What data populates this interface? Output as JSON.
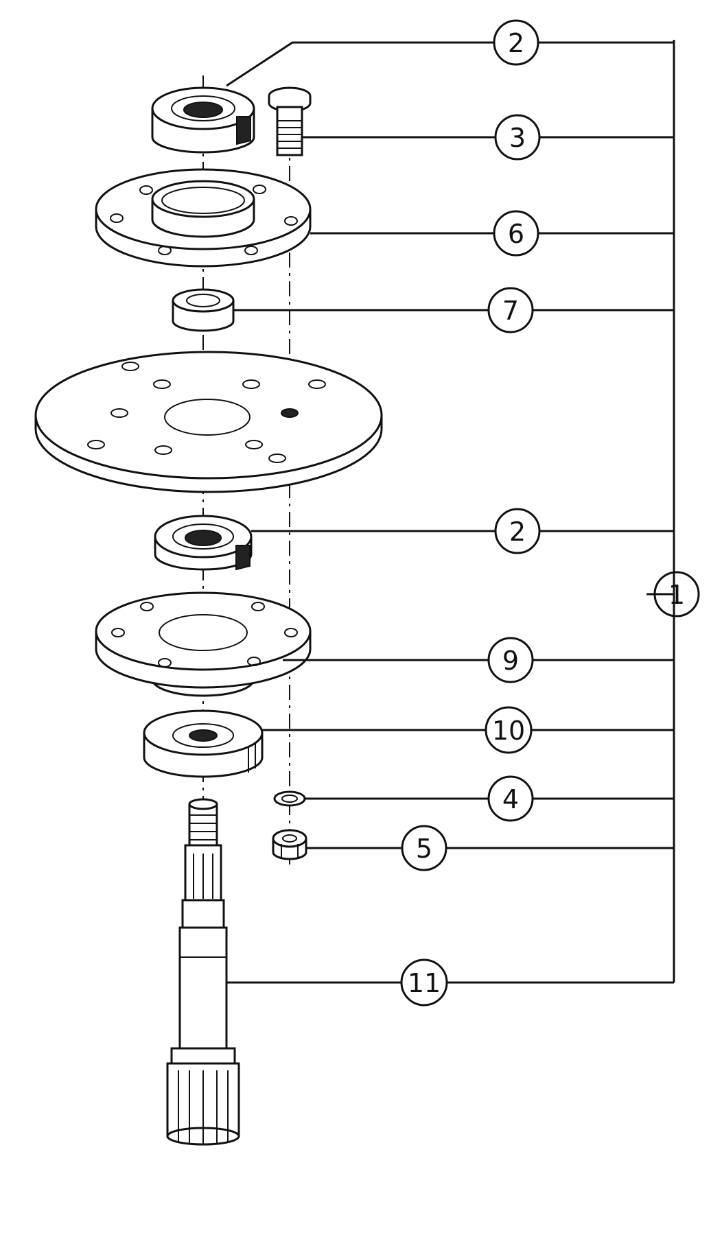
{
  "callouts": [
    {
      "id": "c-2-top",
      "label": "2"
    },
    {
      "id": "c-3",
      "label": "3"
    },
    {
      "id": "c-6",
      "label": "6"
    },
    {
      "id": "c-7",
      "label": "7"
    },
    {
      "id": "c-2-mid",
      "label": "2"
    },
    {
      "id": "c-1",
      "label": "1"
    },
    {
      "id": "c-9",
      "label": "9"
    },
    {
      "id": "c-10",
      "label": "10"
    },
    {
      "id": "c-4",
      "label": "4"
    },
    {
      "id": "c-5",
      "label": "5"
    },
    {
      "id": "c-11",
      "label": "11"
    }
  ]
}
